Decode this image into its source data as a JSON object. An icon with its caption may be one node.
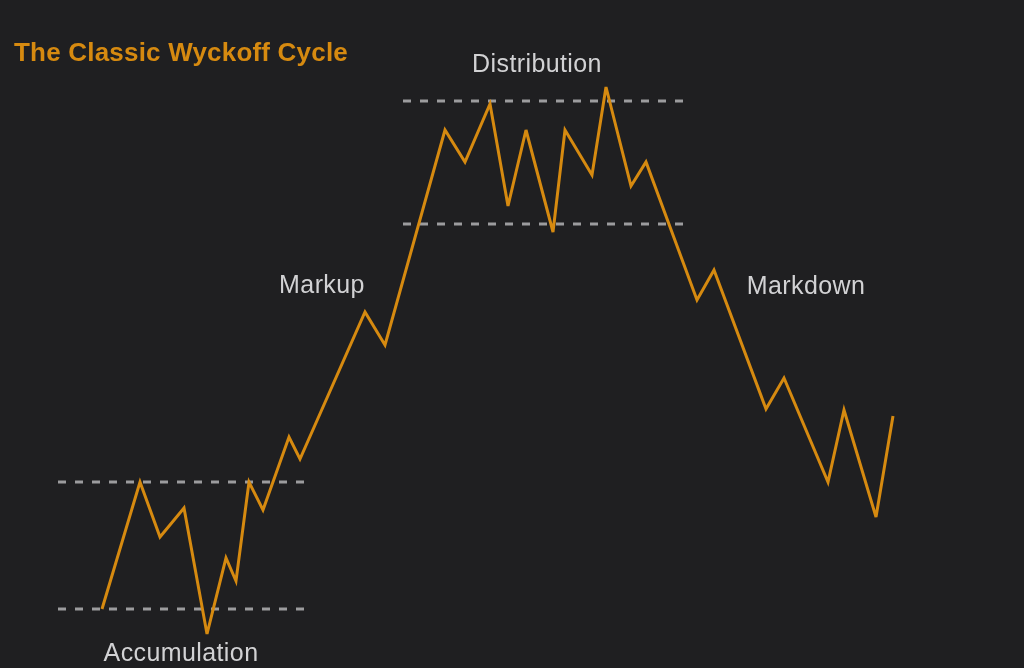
{
  "diagram": {
    "title": "The Classic Wyckoff Cycle",
    "labels": [
      "Distribution",
      "Markup",
      "Markdown",
      "Accumulation"
    ]
  }
}
